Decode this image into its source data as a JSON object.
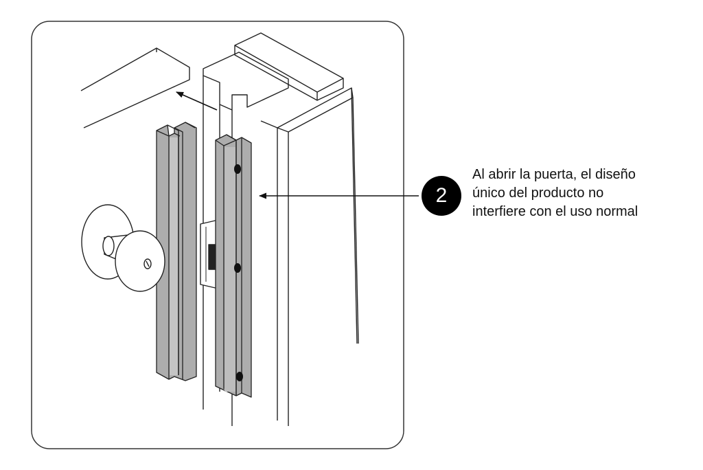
{
  "step": {
    "number": "2",
    "caption_lines": [
      "Al abrir la puerta, el diseño",
      "único del producto no",
      "interfiere con el uso normal"
    ]
  },
  "colors": {
    "line": "#222222",
    "strip_fill": "#adadad",
    "strip_light": "#cccccc",
    "badge": "#000000",
    "panel_border": "#333333"
  },
  "icons": [
    "number-badge-icon",
    "arrow-icon"
  ]
}
